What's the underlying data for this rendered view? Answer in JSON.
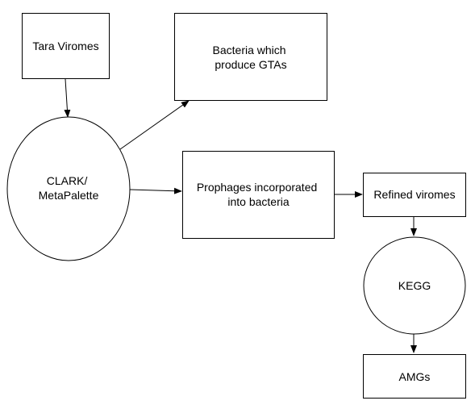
{
  "diagram": {
    "nodes": {
      "tara_viromes": {
        "lines": [
          "Tara Viromes"
        ]
      },
      "bacteria_gtas": {
        "lines": [
          "Bacteria which",
          "produce GTAs"
        ]
      },
      "clark": {
        "lines": [
          "CLARK/",
          "MetaPalette"
        ]
      },
      "prophages": {
        "lines": [
          "Prophages incorporated",
          "into bacteria"
        ]
      },
      "refined_viromes": {
        "lines": [
          "Refined viromes"
        ]
      },
      "kegg": {
        "lines": [
          "KEGG"
        ]
      },
      "amgs": {
        "lines": [
          "AMGs"
        ]
      }
    },
    "edges": [
      {
        "from": "Tara Viromes",
        "to": "CLARK/MetaPalette"
      },
      {
        "from": "CLARK/MetaPalette",
        "to": "Bacteria which produce GTAs"
      },
      {
        "from": "CLARK/MetaPalette",
        "to": "Prophages incorporated into bacteria"
      },
      {
        "from": "Prophages incorporated into bacteria",
        "to": "Refined viromes"
      },
      {
        "from": "Refined viromes",
        "to": "KEGG"
      },
      {
        "from": "KEGG",
        "to": "AMGs"
      }
    ]
  }
}
